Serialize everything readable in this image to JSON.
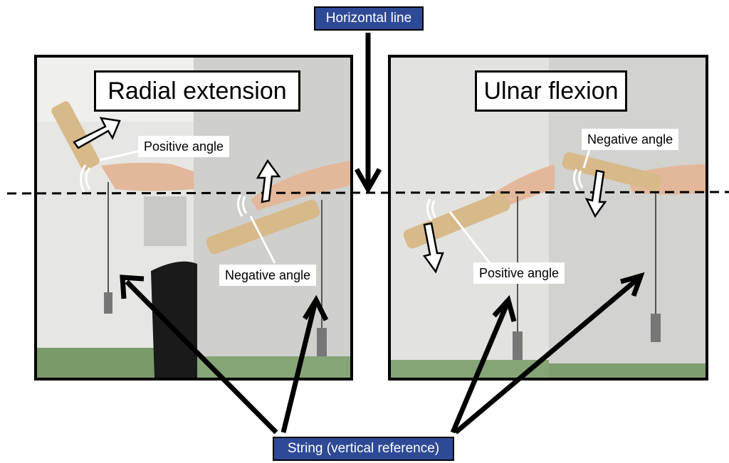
{
  "header": {
    "horizontal_line_label": "Horizontal line"
  },
  "panels": {
    "left": {
      "title": "Radial extension",
      "upper_angle_label": "Positive angle",
      "lower_angle_label": "Negative angle"
    },
    "right": {
      "title": "Ulnar flexion",
      "upper_angle_label": "Negative angle",
      "lower_angle_label": "Positive angle"
    }
  },
  "footer": {
    "string_label": "String (vertical reference)"
  },
  "colors": {
    "label_blue": "#2e4a96",
    "wall_light": "#e4e4e2",
    "wall_dark": "#cfcfcc",
    "floor_green": "#7a9a6a",
    "rod_tan": "#d8b98a",
    "skin": "#e3b79a"
  }
}
